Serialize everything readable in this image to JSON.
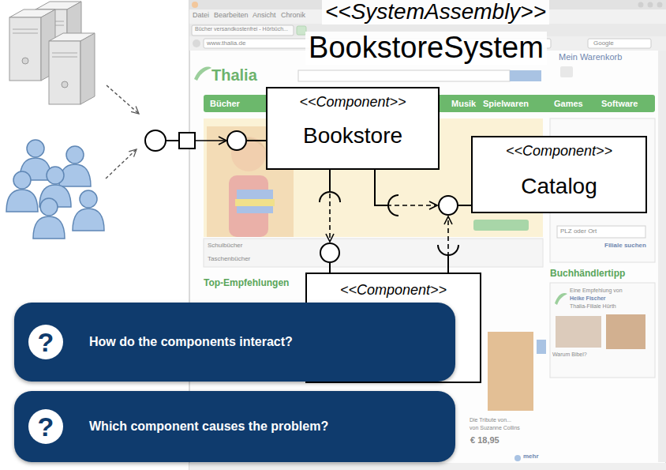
{
  "diagram": {
    "nodes": [
      {
        "text": [
          "<<SystemAssembly>>",
          "BookstoreSystem"
        ]
      },
      {
        "text": [
          "<<Component>>",
          "Bookstore"
        ],
        "in": 0
      },
      {
        "text": [
          "<<Component>>",
          "Catalog"
        ],
        "in": 0
      },
      {
        "text": [
          "<<Component>>"
        ],
        "in": 0
      },
      {
        "text": [
          "?",
          "How do the components interact?"
        ]
      },
      {
        "text": [
          "?",
          "Which component causes the problem?"
        ]
      }
    ],
    "edges": [
      {
        "from": 0,
        "to": 1,
        "arrow": "to"
      },
      {
        "from": 1,
        "to": 3,
        "arrow": "to"
      },
      {
        "from": 1,
        "to": 2,
        "arrow": "to"
      },
      {
        "from": 3,
        "to": 2,
        "arrow": "to"
      }
    ],
    "labels": [
      "Datei",
      "Bearbeiten",
      "Ansicht",
      "Chronik",
      "Bücher versandkostenfrei - Hörbüch...",
      "www.thalia.de",
      "Google",
      "Thalia",
      "Mein Warenkorb",
      "Bücher",
      "Musik",
      "Spielwaren",
      "Games",
      "Software",
      "Schulbücher",
      "Taschenbücher",
      "Top-Empfehlungen",
      "PLZ oder Ort",
      "Filiale suchen",
      "Buchhändlertipp",
      "Eine Empfehlung von",
      "Heike Fischer",
      "Thalia-Filiale Hürth",
      "Warum Bibel?",
      "Die Tribute von...",
      "von Suzanne Collins",
      "€ 18,95",
      "mehr"
    ]
  }
}
